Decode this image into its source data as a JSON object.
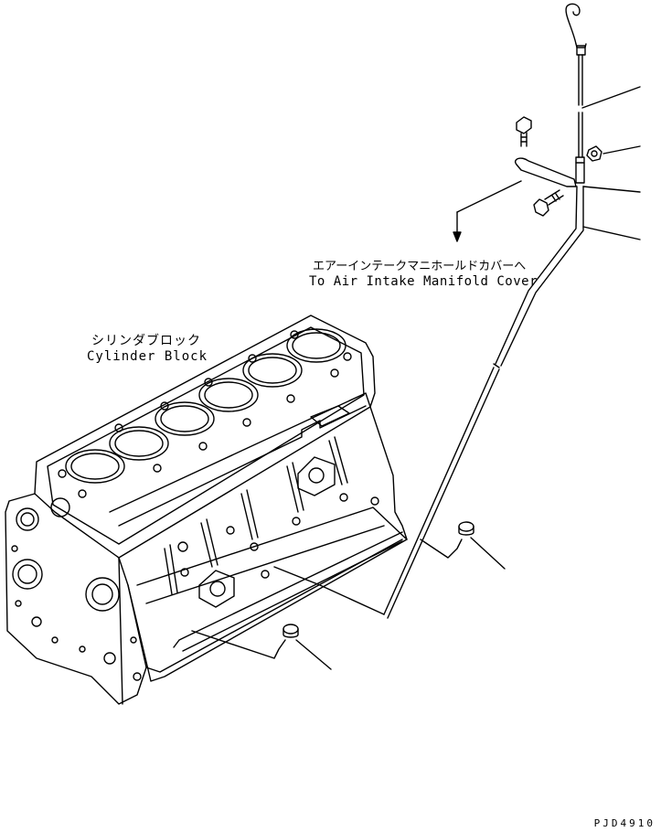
{
  "labels": {
    "cylinder_block_ja": "シリンダブロック",
    "cylinder_block_en": "Cylinder Block",
    "air_intake_ja": "エアーインテークマニホールドカバーへ",
    "air_intake_en": "To Air Intake Manifold Cover"
  },
  "drawing_code": "PJD4910",
  "colors": {
    "line": "#000000",
    "background": "#ffffff"
  }
}
